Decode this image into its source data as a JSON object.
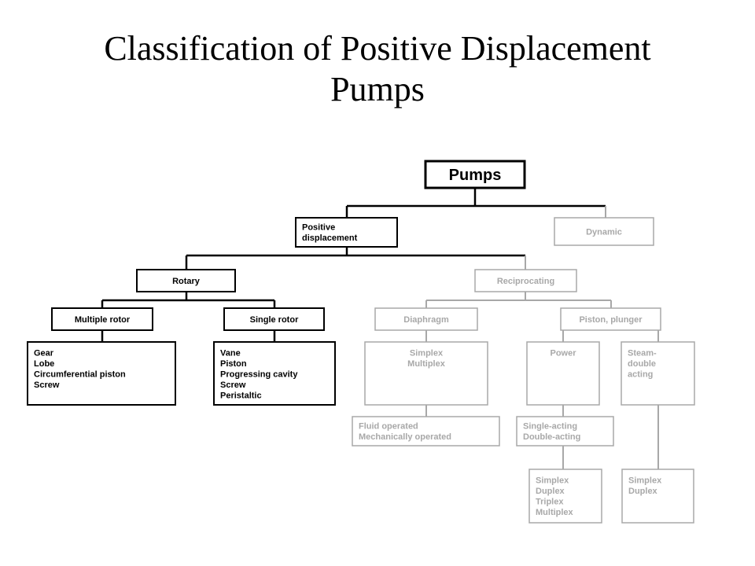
{
  "title": {
    "line1": "Classification of Positive Displacement",
    "line2": "Pumps"
  },
  "colors": {
    "dark": "#000000",
    "faded": "#a8a8a8"
  },
  "nodes": {
    "pumps": [
      "Pumps"
    ],
    "positive_displacement": [
      "Positive",
      "displacement"
    ],
    "dynamic": [
      "Dynamic"
    ],
    "rotary": [
      "Rotary"
    ],
    "reciprocating": [
      "Reciprocating"
    ],
    "multiple_rotor": [
      "Multiple rotor"
    ],
    "single_rotor": [
      "Single rotor"
    ],
    "diaphragm": [
      "Diaphragm"
    ],
    "piston_plunger": [
      "Piston, plunger"
    ],
    "multiple_rotor_types": [
      "Gear",
      "Lobe",
      "Circumferential piston",
      "Screw"
    ],
    "single_rotor_types": [
      "Vane",
      "Piston",
      "Progressing cavity",
      "Screw",
      "Peristaltic"
    ],
    "diaphragm_types": [
      "Simplex",
      "Multiplex"
    ],
    "power": [
      "Power"
    ],
    "steam": [
      "Steam-",
      "double",
      "acting"
    ],
    "diaphragm_operation": [
      "Fluid operated",
      "Mechanically operated"
    ],
    "power_action": [
      "Single-acting",
      "Double-acting"
    ],
    "power_types": [
      "Simplex",
      "Duplex",
      "Triplex",
      "Multiplex"
    ],
    "steam_types": [
      "Simplex",
      "Duplex"
    ]
  }
}
